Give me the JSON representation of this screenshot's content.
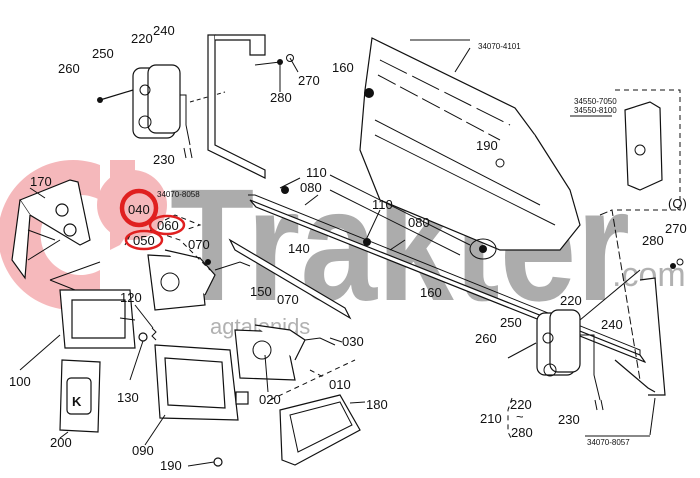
{
  "diagram": {
    "title": "Front lamp / headlight exploded parts diagram",
    "watermark": {
      "text": "Trakter",
      "suffix": ".com",
      "subtext": "agtalenids",
      "logo_color": "#f5b5b8",
      "text_color": "#9e9e9e"
    },
    "highlight_color": "#e02020",
    "highlighted_parts": [
      "040",
      "050",
      "060"
    ],
    "part_numbers": {
      "hood": "34070-4101",
      "bracket_left": "34070-8058",
      "bracket_right": "34070-8057",
      "bracket_q_1": "34550-7050",
      "bracket_q_2": "34550-8100"
    },
    "view_label": "(Q)",
    "callouts": {
      "c010": "010",
      "c020": "020",
      "c030": "030",
      "c040": "040",
      "c050": "050",
      "c060": "060",
      "c070a": "070",
      "c070b": "070",
      "c080a": "080",
      "c080b": "080",
      "c090": "090",
      "c100": "100",
      "c110a": "110",
      "c110b": "110",
      "c120": "120",
      "c130": "130",
      "c140": "140",
      "c150": "150",
      "c160a": "160",
      "c160b": "160",
      "c170": "170",
      "c180": "180",
      "c190a": "190",
      "c190b": "190",
      "c200": "200",
      "c210": "210",
      "c220a": "220",
      "c220b": "220",
      "c220c": "220",
      "c230a": "230",
      "c230b": "230",
      "c240a": "240",
      "c240b": "240",
      "c250a": "250",
      "c250b": "250",
      "c260a": "260",
      "c260b": "260",
      "c270a": "270",
      "c270b": "270",
      "c280a": "280",
      "c280b": "280",
      "c280c": "280"
    },
    "kit_bracket_symbol": "~"
  }
}
